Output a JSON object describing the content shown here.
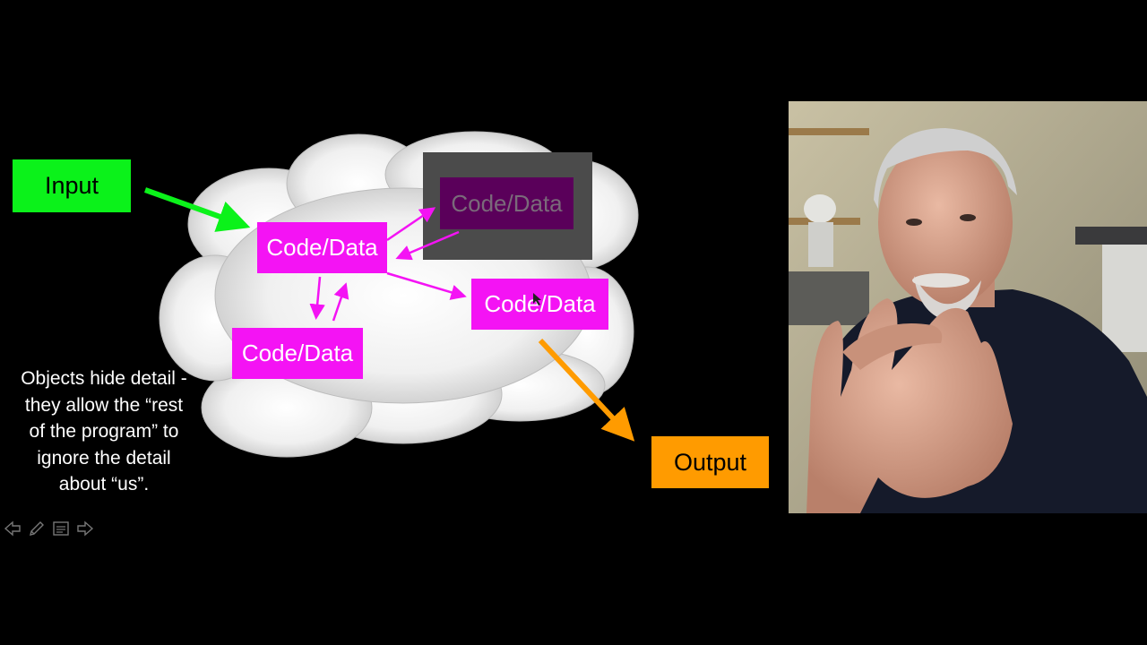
{
  "slide": {
    "input_label": "Input",
    "output_label": "Output",
    "node_label": "Code/Data",
    "caption_lines": [
      "Objects hide detail -",
      "they allow the “rest",
      "of the program” to",
      "ignore the detail",
      "about “us”."
    ]
  },
  "controls": {
    "icons": [
      "back-arrow-icon",
      "pen-icon",
      "notes-icon",
      "forward-arrow-icon"
    ]
  },
  "colors": {
    "background": "#000000",
    "input": "#0bf21a",
    "node": "#f413f4",
    "output": "#ff9b00",
    "dark_node": "#5a005a"
  },
  "webcam": {
    "description_icon": "presenter-video"
  }
}
